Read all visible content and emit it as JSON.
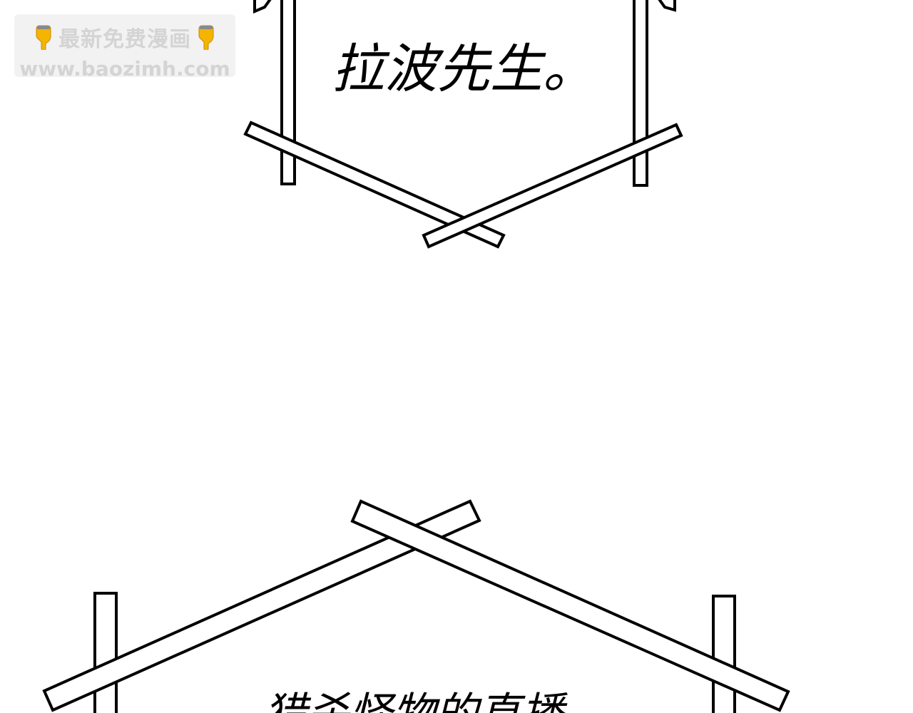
{
  "watermark": {
    "title": "最新免费漫画",
    "url": "www.baozimh.com",
    "left_icon": "pointing-down-hand-icon",
    "right_icon": "pointing-down-hand-icon",
    "colors": {
      "hand": "#f5b400",
      "text": "#d4d4d4",
      "background": "#f0f0f0"
    }
  },
  "panels": {
    "top_bubble": {
      "text": "拉波先生。"
    },
    "bottom_bubble": {
      "text": "猎杀怪物的直播"
    }
  },
  "colors": {
    "ink": "#000000",
    "page": "#ffffff"
  }
}
